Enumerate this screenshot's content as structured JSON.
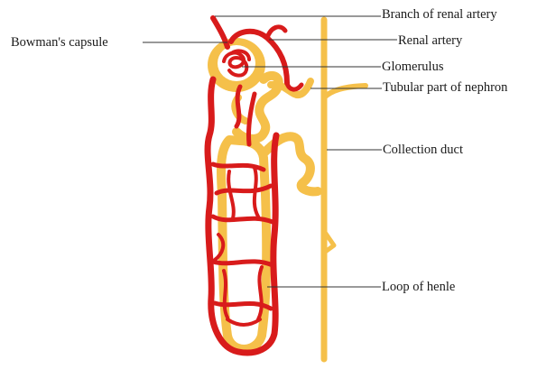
{
  "labels": {
    "branch_of_renal_artery": "Branch of renal artery",
    "bowmans_capsule": "Bowman's capsule",
    "renal_artery": "Renal artery",
    "glomerulus": "Glomerulus",
    "tubular_part": "Tubular part of nephron",
    "collection_duct": "Collection duct",
    "loop_of_henle": "Loop of henle"
  },
  "colors": {
    "blood_vessel": "#d81b1b",
    "tubule": "#f5c04a",
    "leader_line": "#333333",
    "background": "#ffffff"
  }
}
